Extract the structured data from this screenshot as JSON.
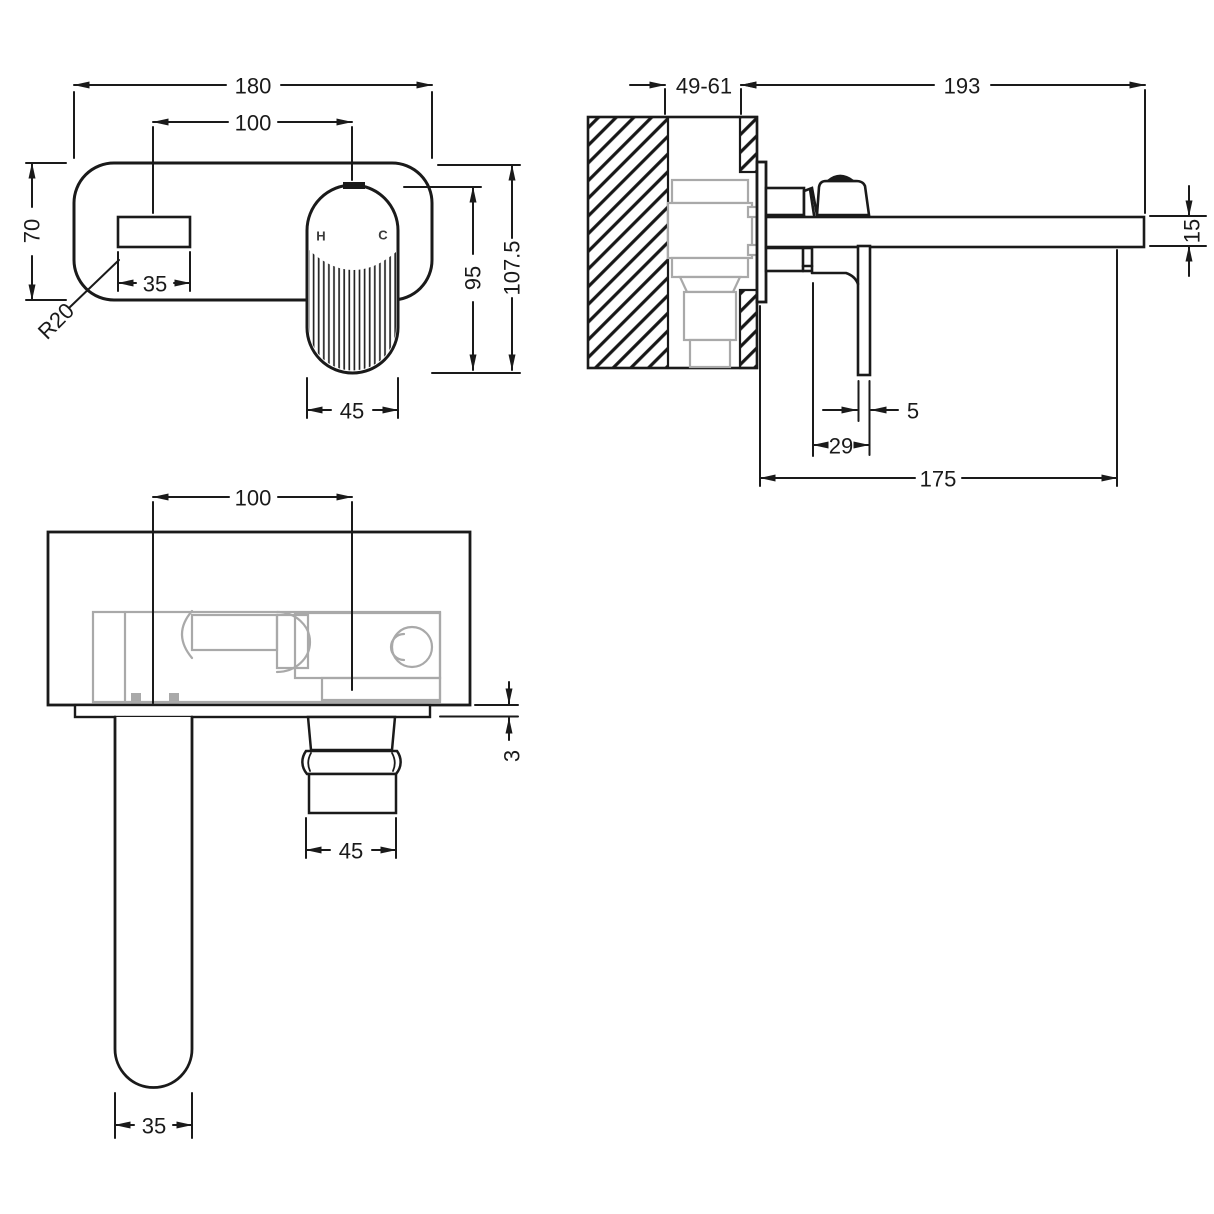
{
  "drawing": {
    "title": "wall-mounted-basin-mixer-technical-drawing",
    "colors": {
      "line": "#1a1a1a",
      "internal_gray": "#a9a9a9",
      "background": "#ffffff"
    },
    "front_view": {
      "plate_width": "180",
      "centres_spacing": "100",
      "plate_height": "70",
      "outlet_width": "35",
      "corner_radius": "R20",
      "handle_width": "45",
      "handle_length": "95",
      "overall_height": "107.5",
      "hot": "H",
      "cold": "C"
    },
    "side_view": {
      "recess_depth": "49-61",
      "spout_reach": "193",
      "spout_height": "15",
      "lever_thickness": "5",
      "lever_offset": "29",
      "overall_projection": "175"
    },
    "bottom_view": {
      "centres_spacing": "100",
      "plate_thickness": "3",
      "handle_width": "45",
      "spout_width": "35"
    }
  }
}
